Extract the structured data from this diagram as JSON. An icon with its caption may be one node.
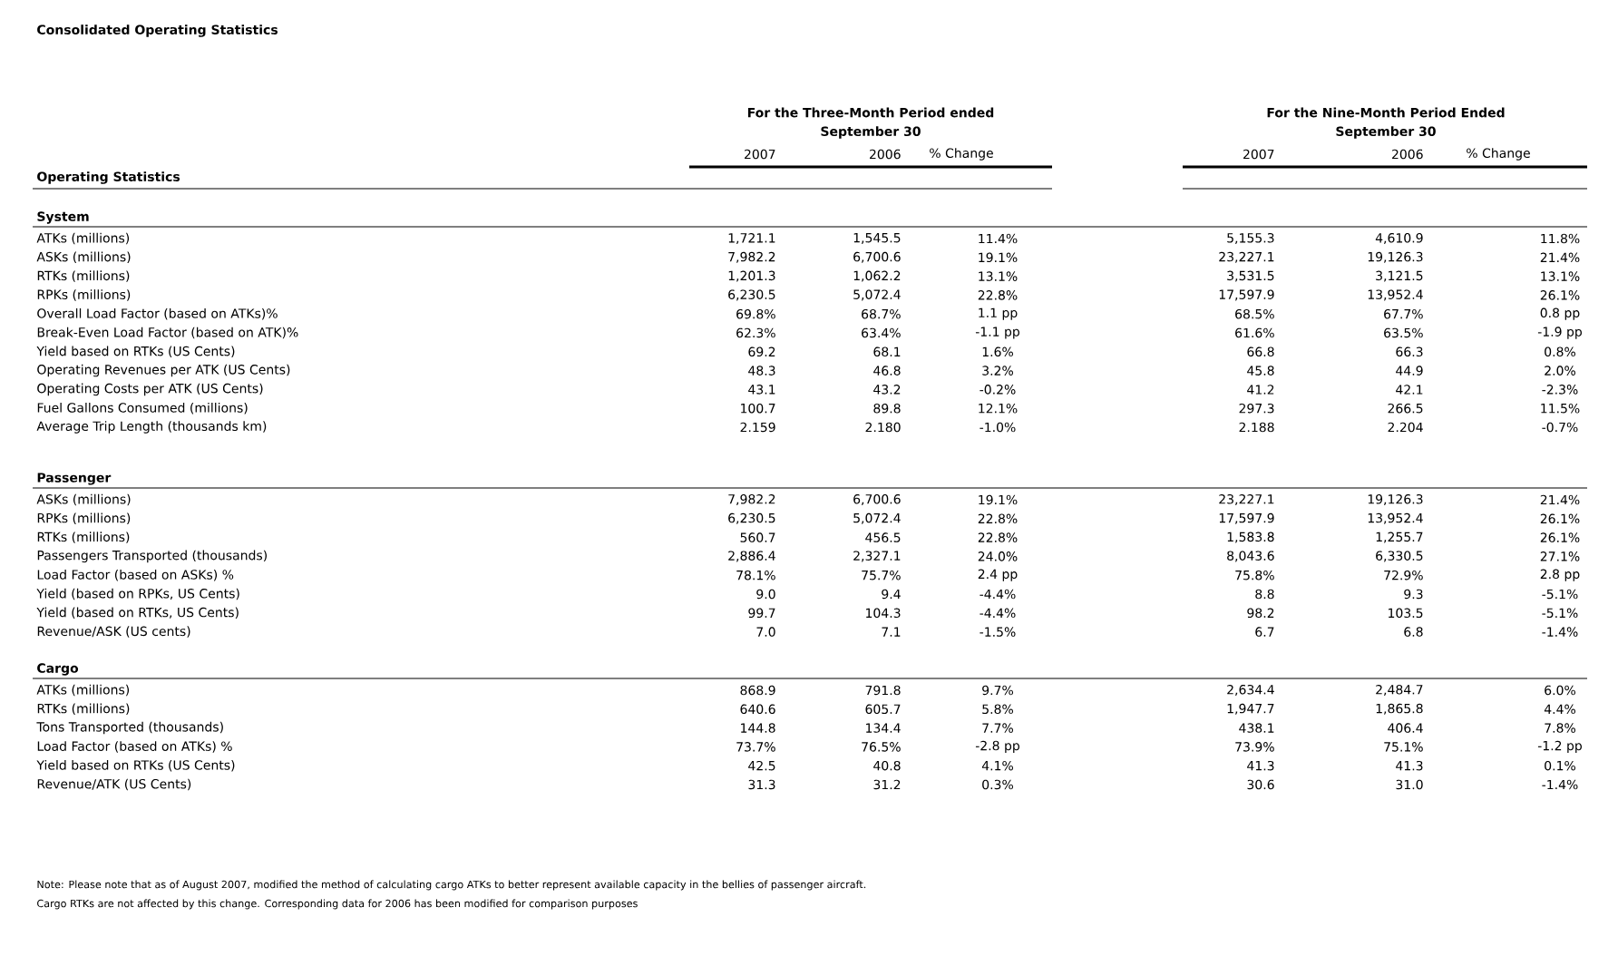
{
  "diagram": {
    "title": "Consolidated Operating Statistics",
    "labels": [
      "For the Three-Month Period ended",
      "September 30",
      "2007",
      "2006",
      "% Change",
      "For the Nine-Month Period Ended",
      "September 30",
      "2007",
      "2006",
      "% Change",
      "Operating Statistics",
      "System",
      "ATKs (millions)",
      "1,721.1",
      "1,545.5",
      "11.4%",
      "5,155.3",
      "4,610.9",
      "11.8%",
      "ASKs (millions)",
      "7,982.2",
      "6,700.6",
      "19.1%",
      "23,227.1",
      "19,126.3",
      "21.4%",
      "RTKs (millions)",
      "1,201.3",
      "1,062.2",
      "13.1%",
      "3,531.5",
      "3,121.5",
      "13.1%",
      "RPKs (millions)",
      "6,230.5",
      "5,072.4",
      "22.8%",
      "17,597.9",
      "13,952.4",
      "26.1%",
      "Overall Load Factor (based on ATKs)%",
      "69.8%",
      "68.7%",
      "1.1 pp",
      "68.5%",
      "67.7%",
      "0.8 pp",
      "Break-Even Load Factor (based on ATK)%",
      "62.3%",
      "63.4%",
      "-1.1 pp",
      "61.6%",
      "63.5%",
      "-1.9 pp",
      "Yield based on RTKs (US Cents)",
      "69.2",
      "68.1",
      "1.6%",
      "66.8",
      "66.3",
      "0.8%",
      "Operating Revenues per ATK (US Cents)",
      "48.3",
      "46.8",
      "3.2%",
      "45.8",
      "44.9",
      "2.0%",
      "Operating Costs per ATK (US Cents)",
      "43.1",
      "43.2",
      "-0.2%",
      "41.2",
      "42.1",
      "-2.3%",
      "Fuel Gallons Consumed (millions)",
      "100.7",
      "89.8",
      "12.1%",
      "297.3",
      "266.5",
      "11.5%",
      "Average Trip Length (thousands km)",
      "2.159",
      "2.180",
      "-1.0%",
      "2.188",
      "2.204",
      "-0.7%",
      "Passenger",
      "ASKs  (millions)",
      "7,982.2",
      "6,700.6",
      "19.1%",
      "23,227.1",
      "19,126.3",
      "21.4%",
      "RPKs  (millions)",
      "6,230.5",
      "5,072.4",
      "22.8%",
      "17,597.9",
      "13,952.4",
      "26.1%",
      "RTKs  (millions)",
      "560.7",
      "456.5",
      "22.8%",
      "1,583.8",
      "1,255.7",
      "26.1%",
      "Passengers Transported (thousands)",
      "2,886.4",
      "2,327.1",
      "24.0%",
      "8,043.6",
      "6,330.5",
      "27.1%",
      "Load Factor (based on ASKs) %",
      "78.1%",
      "75.7%",
      "2.4 pp",
      "75.8%",
      "72.9%",
      "2.8 pp",
      "Yield (based on RPKs, US Cents)",
      "9.0",
      "9.4",
      "-4.4%",
      "8.8",
      "9.3",
      "-5.1%",
      "Yield (based on RTKs, US Cents)",
      "99.7",
      "104.3",
      "-4.4%",
      "98.2",
      "103.5",
      "-5.1%",
      "Revenue/ASK (US cents)",
      "7.0",
      "7.1",
      "-1.5%",
      "6.7",
      "6.8",
      "-1.4%",
      "Cargo",
      "ATKs (millions)",
      "868.9",
      "791.8",
      "9.7%",
      "2,634.4",
      "2,484.7",
      "6.0%",
      "RTKs (millions)",
      "640.6",
      "605.7",
      "5.8%",
      "1,947.7",
      "1,865.8",
      "4.4%",
      "Tons Transported (thousands)",
      "144.8",
      "134.4",
      "7.7%",
      "438.1",
      "406.4",
      "7.8%",
      "Load Factor (based on ATKs) %",
      "73.7%",
      "76.5%",
      "-2.8 pp",
      "73.9%",
      "75.1%",
      "-1.2 pp",
      "Yield based on RTKs (US Cents)",
      "42.5",
      "40.8",
      "4.1%",
      "41.3",
      "41.3",
      "0.1%",
      "Revenue/ATK (US Cents)",
      "31.3",
      "31.2",
      "0.3%",
      "30.6",
      "31.0",
      "-1.4%",
      "Note: Please note that as of August 2007, modified the method of calculating cargo ATKs to better represent available capacity in the bellies of passenger aircraft.",
      "Cargo RTKs are not affected by this change. Corresponding data for 2006 has been modified for comparison purposes"
    ]
  }
}
